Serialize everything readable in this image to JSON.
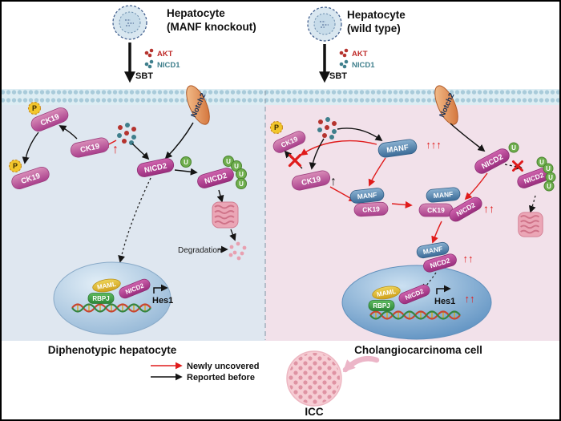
{
  "header": {
    "left_cell_line1": "Hepatocyte",
    "left_cell_line2": "(MANF knockout)",
    "right_cell_line1": "Hepatocyte",
    "right_cell_line2": "(wild type)",
    "akt": "AKT",
    "nicd1": "NICD1",
    "sbt": "SBT"
  },
  "labels": {
    "notch2": "Notch2",
    "ck19": "CK19",
    "nicd2": "NICD2",
    "manf": "MANF",
    "p": "P",
    "u": "U",
    "maml": "MAML",
    "rbpj": "RBPJ",
    "hes1": "Hes1",
    "degradation": "Degradation",
    "up1": "↑",
    "up2": "↑↑",
    "up3": "↑↑↑"
  },
  "panels": {
    "left_title": "Diphenotypic hepatocyte",
    "right_title": "Cholangiocarcinoma cell"
  },
  "legend": {
    "newly_uncovered": "Newly uncovered",
    "reported_before": "Reported before"
  },
  "icc": "ICC",
  "colors": {
    "left_panel_bg": "#dfe7f0",
    "right_panel_bg": "#f2e1ea",
    "membrane": "#ddedf3",
    "membrane_dots": "#a9cbda",
    "ck19": "#c0549c",
    "nicd2": "#b6459a",
    "manf": "#4f7fae",
    "notch2": "#e08a4a",
    "maml": "#e6c235",
    "rbpj": "#3f9e4d",
    "phospho": "#f2c62c",
    "ubiquitin": "#6fae4e",
    "akt_dot": "#b5332e",
    "nicd1_dot": "#3f7f8c",
    "new_arrow": "#e01b1b",
    "old_arrow": "#111111",
    "nucleus_left": "#8db2d3",
    "nucleus_right": "#4d85ba",
    "proteasome": "#eba6b6",
    "icc_fill": "#f6cdd4",
    "icc_dots": "#df93a3"
  }
}
